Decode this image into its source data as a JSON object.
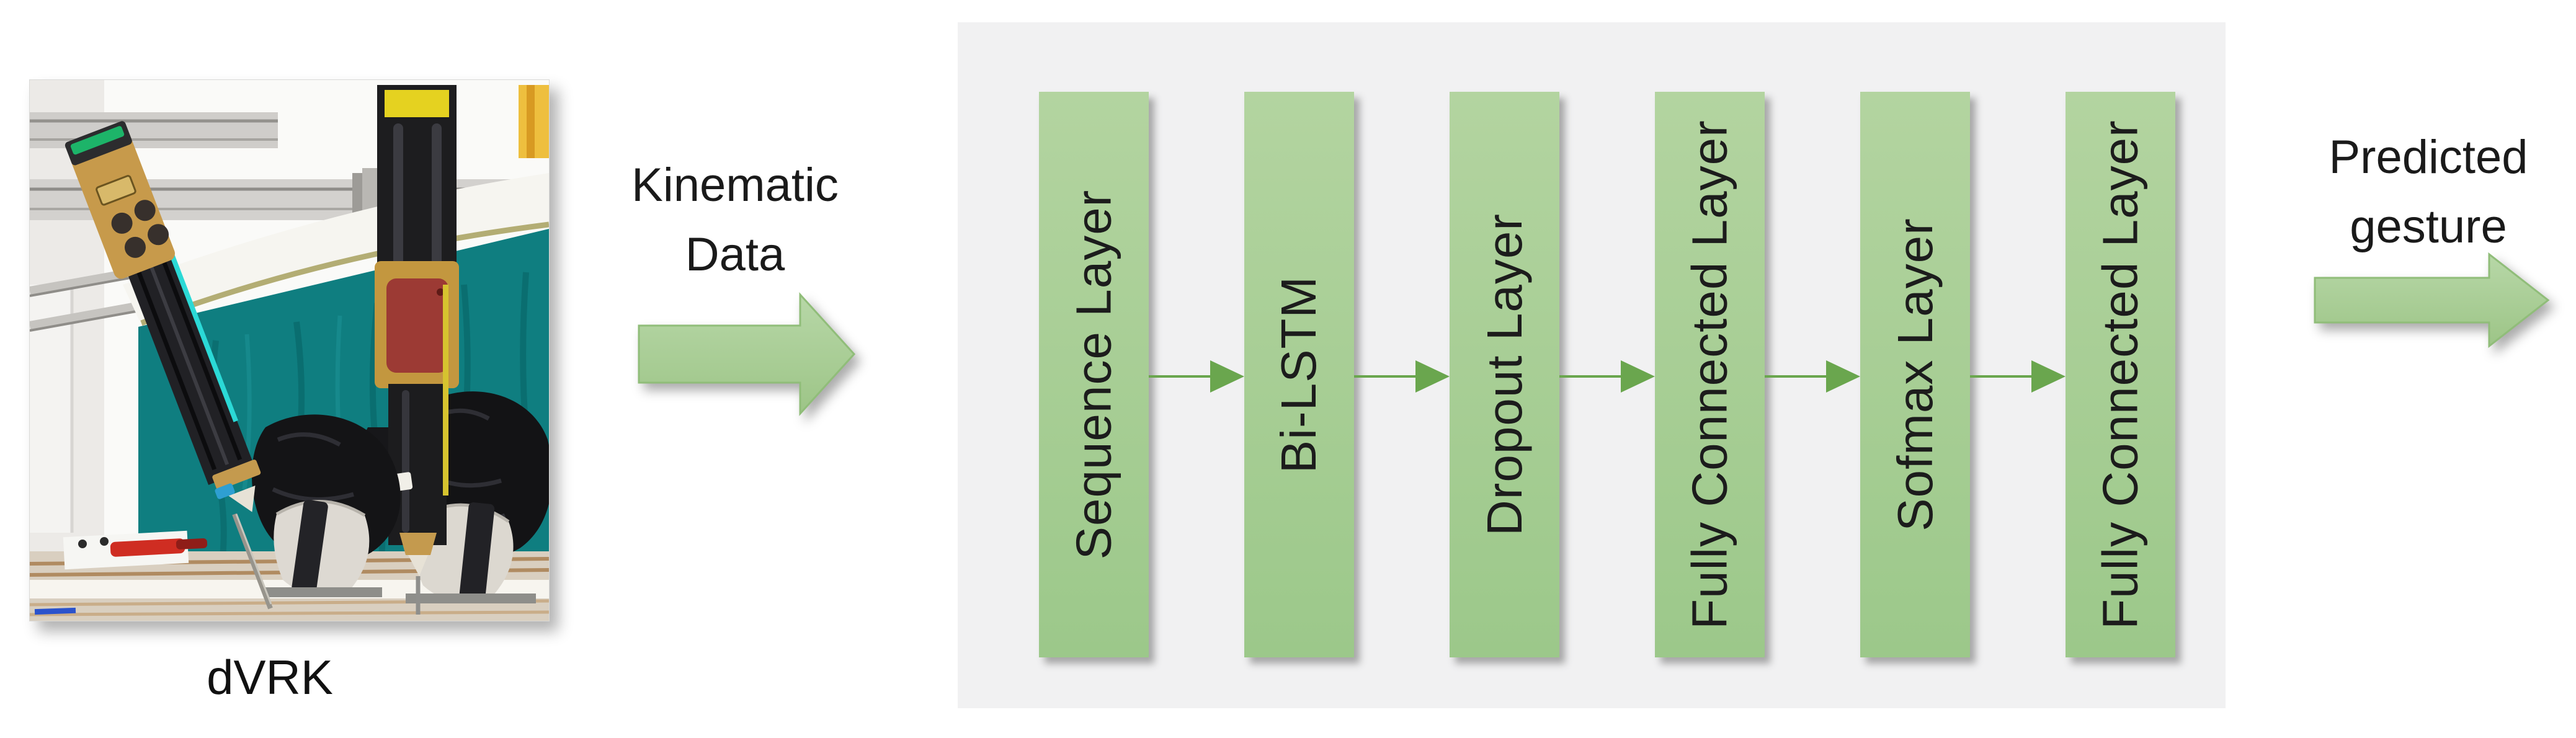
{
  "theme": {
    "page_bg": "#ffffff",
    "panel_gray": "#f1f1f2",
    "box_green_top": "#b3d4a0",
    "box_green_bottom": "#9cc88a",
    "connector_green": "#6aa64e",
    "big_arrow_fill": "#a9cf97",
    "big_arrow_border": "#90bd79",
    "text_color": "#1a1a1a",
    "photo_curtain_teal": "#0f7e80"
  },
  "photo": {
    "caption": "dVRK",
    "subject": "two da Vinci Research Kit robotic arms with drapes over a teal surgical curtain"
  },
  "input_label": {
    "line1": "Kinematic",
    "line2": "Data"
  },
  "output_label": {
    "line1": "Predicted",
    "line2": "gesture"
  },
  "pipeline": {
    "layers": [
      {
        "label": "Sequence Layer"
      },
      {
        "label": "Bi-LSTM"
      },
      {
        "label": "Dropout Layer"
      },
      {
        "label": "Fully Connected Layer"
      },
      {
        "label": "Sofmax Layer"
      },
      {
        "label": "Fully Connected Layer"
      }
    ]
  },
  "icons": {
    "input_arrow": "right-arrow",
    "output_arrow": "right-arrow",
    "connector": "right-arrow"
  }
}
